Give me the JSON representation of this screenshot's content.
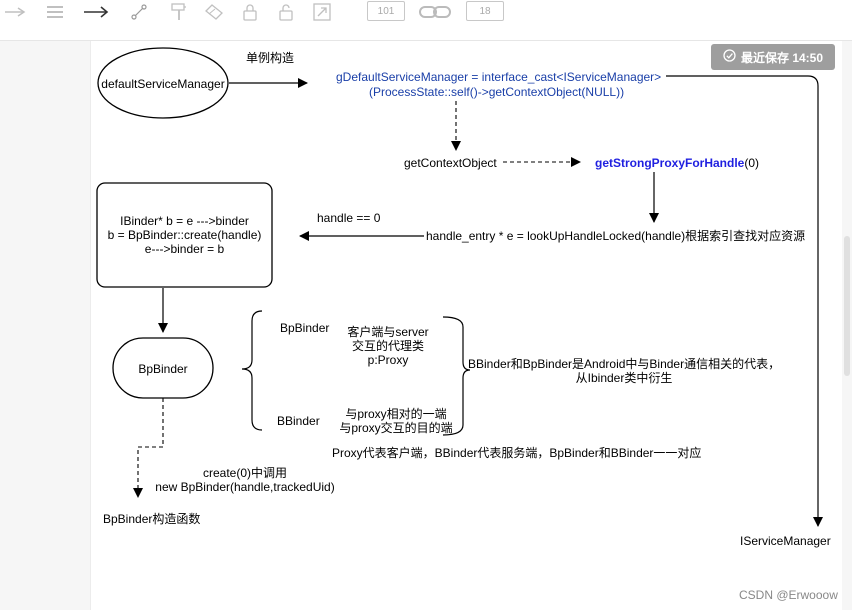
{
  "toolbar": {
    "icons": [
      "connector-arrow-icon",
      "list-icon",
      "arrow-right-icon",
      "waypoint-icon",
      "format-painter-icon",
      "eraser-icon",
      "lock-icon",
      "unlock-icon",
      "expand-icon",
      "link-icon"
    ],
    "font_size_value": "101",
    "line_width_value": "18"
  },
  "save_status": {
    "label": "最近保存 14:50",
    "background": "#9e9e9e"
  },
  "diagram": {
    "nodes": {
      "default_service_manager": "defaultServiceManager",
      "bpbinder": "BpBinder"
    },
    "labels": {
      "singleton": "单例构造",
      "interface_cast_line1": "gDefaultServiceManager = interface_cast<IServiceManager>",
      "interface_cast_line2": "(ProcessState::self()->getContextObject(NULL))",
      "get_context_object": "getContextObject",
      "get_strong_proxy_bold": "getStrongProxyForHandle",
      "get_strong_proxy_args": "(0)",
      "handle_eq_zero": "handle == 0",
      "handle_entry": "handle_entry * e = lookUpHandleLocked(handle)根据索引查找对应资源",
      "ibinder_line1": "IBinder* b = e --->binder",
      "ibinder_line2": "b = BpBinder::create(handle)",
      "ibinder_line3": "e--->binder = b",
      "bpbinder_side": "BpBinder",
      "bbinder_side": "BBinder",
      "client_desc_line1": "客户端与server",
      "client_desc_line2": "交互的代理类",
      "client_desc_line3": "p:Proxy",
      "proxy_peer_line1": "与proxy相对的一端",
      "proxy_peer_line2": "与proxy交互的目的端",
      "android_desc_line1": "BBinder和BpBinder是Android中与Binder通信相关的代表，",
      "android_desc_line2": "从Ibinder类中衍生",
      "proxy_summary": "Proxy代表客户端，BBinder代表服务端，BpBinder和BBinder一一对应",
      "create_call_line1": "create(0)中调用",
      "create_call_line2": "new BpBinder(handle,trackedUid)",
      "bpbinder_ctor": "BpBinder构造函数",
      "iservicemanager": "IServiceManager"
    },
    "colors": {
      "blue_text": "#1a3fa8",
      "bold_blue_text": "#1f1fe0"
    }
  },
  "watermark": "CSDN @Erwooow"
}
